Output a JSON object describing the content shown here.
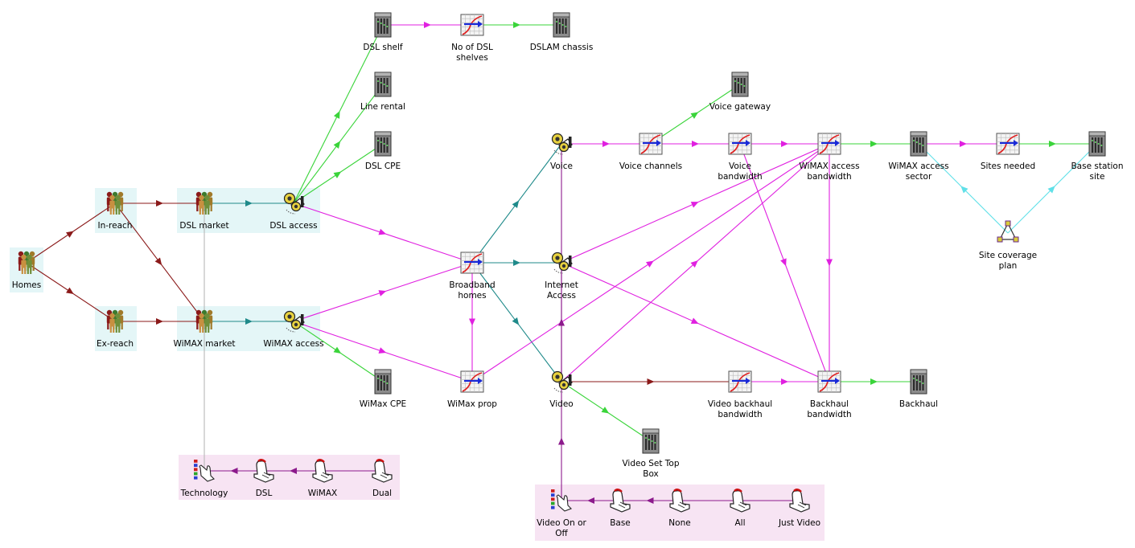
{
  "colors": {
    "dark_red": "#8b1a1a",
    "teal": "#1f8a8a",
    "magenta": "#e020e0",
    "green": "#3ad43a",
    "cyan": "#60e0e8",
    "purple": "#8c1a8c",
    "gray": "#b8b8b8",
    "panel_blue": "#e4f6f7",
    "panel_pink": "#f7e4f3"
  },
  "nodes": [
    {
      "id": "homes",
      "icon": "people",
      "label": [
        "Homes"
      ]
    },
    {
      "id": "inreach",
      "icon": "people",
      "label": [
        "In-reach"
      ]
    },
    {
      "id": "exreach",
      "icon": "people",
      "label": [
        "Ex-reach"
      ]
    },
    {
      "id": "dslmarket",
      "icon": "people",
      "label": [
        "DSL market"
      ]
    },
    {
      "id": "wimaxmarket",
      "icon": "people",
      "label": [
        "WiMAX market"
      ]
    },
    {
      "id": "dslaccess",
      "icon": "satellite",
      "label": [
        "DSL access"
      ]
    },
    {
      "id": "wimaxaccess",
      "icon": "satellite",
      "label": [
        "WiMAX access"
      ]
    },
    {
      "id": "dslshelf",
      "icon": "rack",
      "label": [
        "DSL shelf"
      ]
    },
    {
      "id": "noshelves",
      "icon": "graph",
      "label": [
        "No of DSL",
        "shelves"
      ]
    },
    {
      "id": "dslamchassis",
      "icon": "rack",
      "label": [
        "DSLAM chassis"
      ]
    },
    {
      "id": "linerental",
      "icon": "rack",
      "label": [
        "Line rental"
      ]
    },
    {
      "id": "dslcpe",
      "icon": "rack",
      "label": [
        "DSL CPE"
      ]
    },
    {
      "id": "wimaxcpe",
      "icon": "rack",
      "label": [
        "WiMax CPE"
      ]
    },
    {
      "id": "broadband",
      "icon": "graph",
      "label": [
        "Broadband",
        "homes"
      ]
    },
    {
      "id": "wimaxprop",
      "icon": "graph",
      "label": [
        "WiMax prop"
      ]
    },
    {
      "id": "voice",
      "icon": "satellite",
      "label": [
        "Voice"
      ]
    },
    {
      "id": "internet",
      "icon": "satellite",
      "label": [
        "Internet",
        "Access"
      ]
    },
    {
      "id": "video",
      "icon": "satellite",
      "label": [
        "Video"
      ]
    },
    {
      "id": "voicechannels",
      "icon": "graph",
      "label": [
        "Voice channels"
      ]
    },
    {
      "id": "voicegateway",
      "icon": "rack",
      "label": [
        "Voice gateway"
      ]
    },
    {
      "id": "voicebw",
      "icon": "graph",
      "label": [
        "Voice",
        "bandwidth"
      ]
    },
    {
      "id": "wimaxaccbw",
      "icon": "graph",
      "label": [
        "WiMAX access",
        "bandwidth"
      ]
    },
    {
      "id": "wimaxsector",
      "icon": "rack",
      "label": [
        "WiMAX access",
        "sector"
      ]
    },
    {
      "id": "sitesneeded",
      "icon": "graph",
      "label": [
        "Sites needed"
      ]
    },
    {
      "id": "basestation",
      "icon": "rack",
      "label": [
        "Base station",
        "site"
      ]
    },
    {
      "id": "sitecoverage",
      "icon": "triangle",
      "label": [
        "Site coverage",
        "plan"
      ]
    },
    {
      "id": "videobackhaul",
      "icon": "graph",
      "label": [
        "Video backhaul",
        "bandwidth"
      ]
    },
    {
      "id": "backhaulbw",
      "icon": "graph",
      "label": [
        "Backhaul",
        "bandwidth"
      ]
    },
    {
      "id": "backhaul",
      "icon": "rack",
      "label": [
        "Backhaul"
      ]
    },
    {
      "id": "videostb",
      "icon": "rack",
      "label": [
        "Video Set Top",
        "Box"
      ]
    },
    {
      "id": "technology",
      "icon": "list",
      "label": [
        "Technology"
      ]
    },
    {
      "id": "dsl",
      "icon": "hand",
      "label": [
        "DSL"
      ]
    },
    {
      "id": "wimax",
      "icon": "hand",
      "label": [
        "WiMAX"
      ]
    },
    {
      "id": "dual",
      "icon": "hand",
      "label": [
        "Dual"
      ]
    },
    {
      "id": "videoonoff",
      "icon": "list",
      "label": [
        "Video On or",
        "Off"
      ]
    },
    {
      "id": "base",
      "icon": "hand",
      "label": [
        "Base"
      ]
    },
    {
      "id": "none",
      "icon": "hand",
      "label": [
        "None"
      ]
    },
    {
      "id": "all",
      "icon": "hand",
      "label": [
        "All"
      ]
    },
    {
      "id": "justvideo",
      "icon": "hand",
      "label": [
        "Just Video"
      ]
    }
  ],
  "edges": [
    {
      "from": "homes",
      "to": "inreach",
      "color": "dark_red"
    },
    {
      "from": "homes",
      "to": "exreach",
      "color": "dark_red"
    },
    {
      "from": "inreach",
      "to": "dslmarket",
      "color": "dark_red"
    },
    {
      "from": "inreach",
      "to": "wimaxmarket",
      "color": "dark_red"
    },
    {
      "from": "exreach",
      "to": "wimaxmarket",
      "color": "dark_red"
    },
    {
      "from": "dslmarket",
      "to": "dslaccess",
      "color": "teal"
    },
    {
      "from": "wimaxmarket",
      "to": "wimaxaccess",
      "color": "teal"
    },
    {
      "from": "dslaccess",
      "to": "dslshelf",
      "color": "green"
    },
    {
      "from": "dslaccess",
      "to": "linerental",
      "color": "green"
    },
    {
      "from": "dslaccess",
      "to": "dslcpe",
      "color": "green"
    },
    {
      "from": "dslshelf",
      "to": "noshelves",
      "color": "magenta"
    },
    {
      "from": "noshelves",
      "to": "dslamchassis",
      "color": "green"
    },
    {
      "from": "wimaxaccess",
      "to": "wimaxcpe",
      "color": "green"
    },
    {
      "from": "dslaccess",
      "to": "broadband",
      "color": "magenta"
    },
    {
      "from": "wimaxaccess",
      "to": "broadband",
      "color": "magenta"
    },
    {
      "from": "wimaxaccess",
      "to": "wimaxprop",
      "color": "magenta"
    },
    {
      "from": "broadband",
      "to": "wimaxprop",
      "color": "magenta"
    },
    {
      "from": "broadband",
      "to": "voice",
      "color": "teal"
    },
    {
      "from": "broadband",
      "to": "internet",
      "color": "teal"
    },
    {
      "from": "broadband",
      "to": "video",
      "color": "teal"
    },
    {
      "from": "voice",
      "to": "voicechannels",
      "color": "magenta"
    },
    {
      "from": "voicechannels",
      "to": "voicegateway",
      "color": "green"
    },
    {
      "from": "voicechannels",
      "to": "voicebw",
      "color": "magenta"
    },
    {
      "from": "voicebw",
      "to": "wimaxaccbw",
      "color": "magenta"
    },
    {
      "from": "wimaxaccbw",
      "to": "wimaxsector",
      "color": "green"
    },
    {
      "from": "wimaxsector",
      "to": "sitesneeded",
      "color": "magenta"
    },
    {
      "from": "sitesneeded",
      "to": "basestation",
      "color": "green"
    },
    {
      "from": "sitecoverage",
      "to": "wimaxsector",
      "color": "cyan"
    },
    {
      "from": "sitecoverage",
      "to": "basestation",
      "color": "cyan"
    },
    {
      "from": "internet",
      "to": "wimaxaccbw",
      "color": "magenta"
    },
    {
      "from": "wimaxprop",
      "to": "wimaxaccbw",
      "color": "magenta"
    },
    {
      "from": "video",
      "to": "wimaxaccbw",
      "color": "magenta"
    },
    {
      "from": "internet",
      "to": "backhaulbw",
      "color": "magenta"
    },
    {
      "from": "voicebw",
      "to": "backhaulbw",
      "color": "magenta"
    },
    {
      "from": "wimaxaccbw",
      "to": "backhaulbw",
      "color": "magenta"
    },
    {
      "from": "video",
      "to": "videobackhaul",
      "color": "dark_red"
    },
    {
      "from": "videobackhaul",
      "to": "backhaulbw",
      "color": "magenta"
    },
    {
      "from": "backhaulbw",
      "to": "backhaul",
      "color": "green"
    },
    {
      "from": "video",
      "to": "videostb",
      "color": "green"
    },
    {
      "from": "video",
      "to": "internet",
      "color": "purple"
    },
    {
      "from": "voice",
      "to": "video",
      "color": "purple",
      "plain": true
    },
    {
      "from": "videoonoff",
      "to": "video",
      "color": "purple"
    },
    {
      "from": "technology",
      "to": "dslmarket",
      "color": "gray",
      "plain": true
    },
    {
      "from": "dsl",
      "to": "technology",
      "color": "purple"
    },
    {
      "from": "wimax",
      "to": "dsl",
      "color": "purple"
    },
    {
      "from": "dual",
      "to": "wimax",
      "color": "purple",
      "plain": true
    },
    {
      "from": "base",
      "to": "videoonoff",
      "color": "purple"
    },
    {
      "from": "none",
      "to": "base",
      "color": "purple"
    },
    {
      "from": "all",
      "to": "none",
      "color": "purple",
      "plain": true
    },
    {
      "from": "justvideo",
      "to": "all",
      "color": "purple",
      "plain": true
    }
  ]
}
